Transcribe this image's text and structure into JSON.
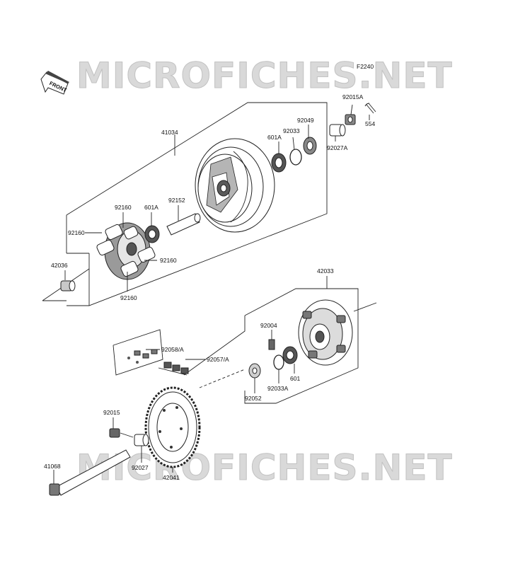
{
  "diagram": {
    "figure_code": "F2240",
    "front_label": "FRONT",
    "watermarks": [
      "MICROFICHES.NET",
      "MICROFICHES.NET"
    ],
    "parts": [
      {
        "id": "41034"
      },
      {
        "id": "92015A"
      },
      {
        "id": "554"
      },
      {
        "id": "92049"
      },
      {
        "id": "92033"
      },
      {
        "id": "601A"
      },
      {
        "id": "92027A"
      },
      {
        "id": "92152"
      },
      {
        "id": "92160"
      },
      {
        "id": "601A"
      },
      {
        "id": "92160"
      },
      {
        "id": "92160"
      },
      {
        "id": "42036"
      },
      {
        "id": "92160"
      },
      {
        "id": "42033"
      },
      {
        "id": "92004"
      },
      {
        "id": "92058/A"
      },
      {
        "id": "92057/A"
      },
      {
        "id": "601"
      },
      {
        "id": "92033A"
      },
      {
        "id": "92052"
      },
      {
        "id": "92015"
      },
      {
        "id": "92027"
      },
      {
        "id": "41068"
      },
      {
        "id": "42041"
      }
    ]
  }
}
